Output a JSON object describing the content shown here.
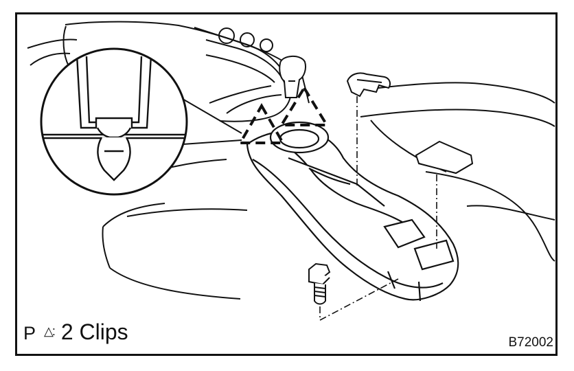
{
  "figure": {
    "page_letter": "P",
    "legend_symbol": "△:",
    "legend_text": "2 Clips",
    "figure_code": "B72002"
  },
  "icons": {
    "clip_marker": "dashed-triangle-icon",
    "bolt": "bolt-icon",
    "cap": "cover-cap-icon",
    "bracket": "bracket-clip-icon"
  },
  "colors": {
    "line": "#111111",
    "background": "#ffffff"
  }
}
